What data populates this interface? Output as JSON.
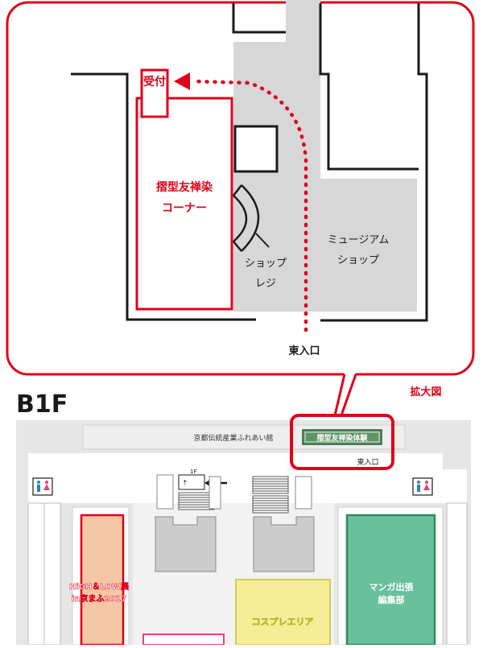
{
  "colors": {
    "accent_red": "#e0001a",
    "shop_gray": "#d7d7d7",
    "wall_black": "#1a1a1a",
    "corridor_gray": "#e6e6e6",
    "orange_zone": "#f6c7a6",
    "yellow_zone": "#f5ee96",
    "green_zone": "#69c09c",
    "green_sign": "#5e9466",
    "toilet_blue": "#2e7fc2",
    "toilet_pink": "#e1457c"
  },
  "zoom": {
    "reception": "受付",
    "workshop_line1": "摺型友禅染",
    "workshop_line2": "コーナー",
    "shop_register_line1": "ショップ",
    "shop_register_line2": "レジ",
    "museum_shop_line1": "ミュージアム",
    "museum_shop_line2": "ショップ",
    "east_entrance": "東入口"
  },
  "floor_label": "B1F",
  "enlarged_label": "拡大図",
  "floor": {
    "hall_label": "京都伝統産業ふれあい館",
    "workshop_sign": "摺型友禅染体験",
    "east_entrance": "東入口",
    "stair_label": "1F",
    "stair_arrow": "⇡",
    "room_orange_line1": "HiGH＆LOW展",
    "room_orange_line2": "in京まふ2017",
    "room_yellow": "コスプレエリア",
    "room_green_line1": "マンガ出張",
    "room_green_line2": "編集部"
  },
  "icons": {
    "toilet_left": "restroom-icon",
    "toilet_right": "restroom-icon",
    "route_arrow": "arrow-left-icon",
    "escalator": "escalator-icon"
  }
}
